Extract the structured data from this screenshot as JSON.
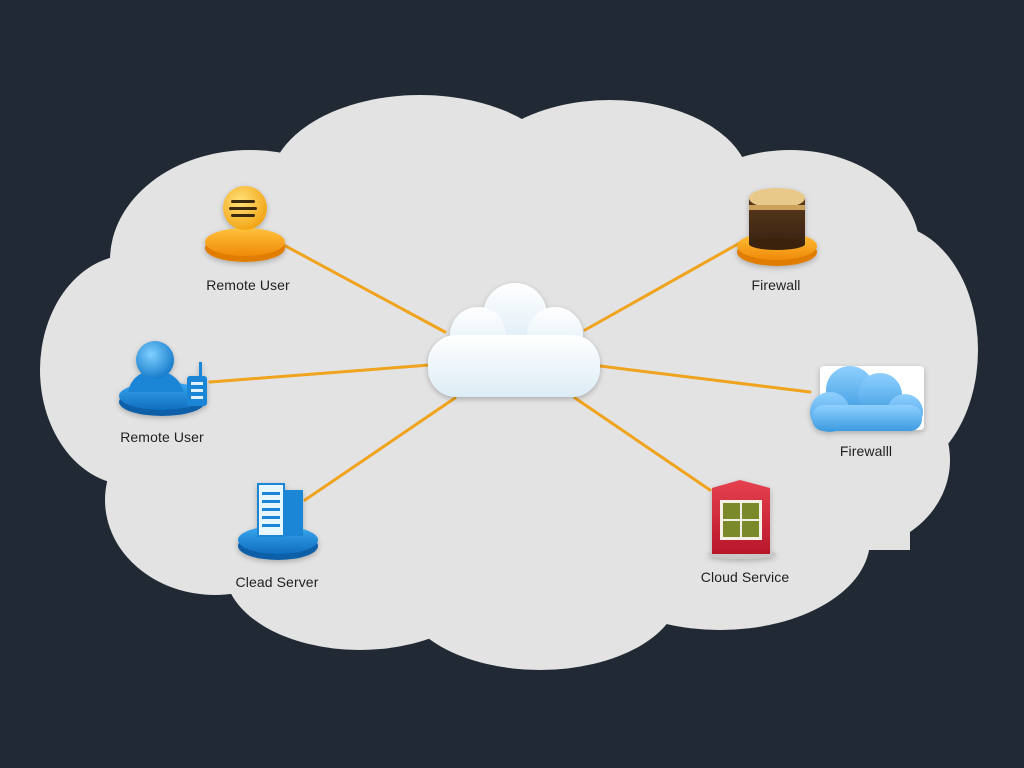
{
  "background_color": "#212a34",
  "cloud_fill": "#e3e3e3",
  "link_color": "#f0a31d",
  "center_node": {
    "icon": "cloud-icon"
  },
  "nodes": [
    {
      "id": "remote-user-top",
      "label": "Remote User",
      "icon": "stacked-disc-icon",
      "color": "#f4a51c"
    },
    {
      "id": "remote-user-left",
      "label": "Remote User",
      "icon": "user-with-phone-icon",
      "color": "#1e88d6"
    },
    {
      "id": "clead-server",
      "label": "Clead Server",
      "icon": "server-building-icon",
      "color": "#1e88d6"
    },
    {
      "id": "firewall-top",
      "label": "Firewall",
      "icon": "database-cylinder-icon",
      "color": "#f4a51c"
    },
    {
      "id": "firewall-right",
      "label": "Firewalll",
      "icon": "cloud-card-icon",
      "color": "#4aa8e8"
    },
    {
      "id": "cloud-service",
      "label": "Cloud Service",
      "icon": "window-building-icon",
      "color": "#d9283a"
    }
  ]
}
